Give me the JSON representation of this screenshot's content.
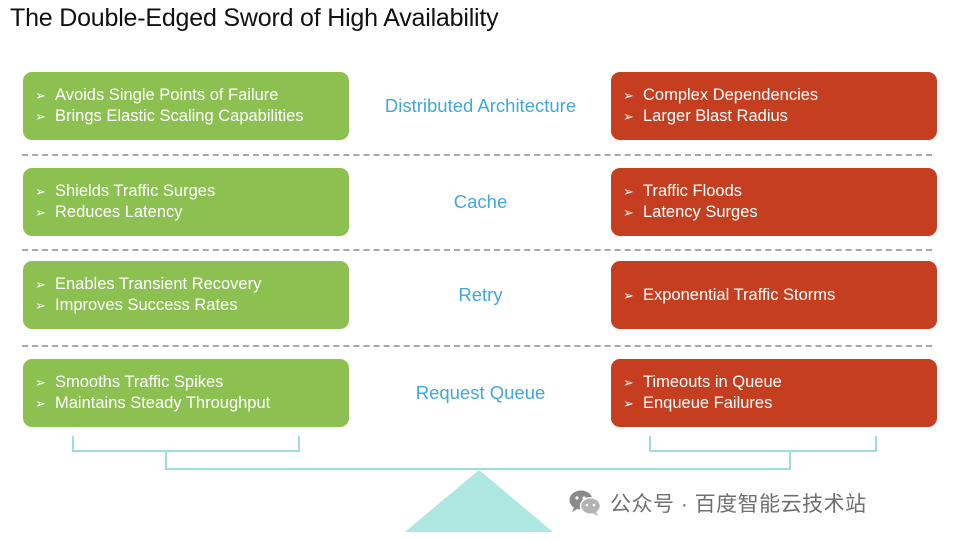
{
  "title": "The Double-Edged Sword of High Availability",
  "bullet_glyph": "➢",
  "rows": [
    {
      "label": "Distributed Architecture",
      "pros": [
        "Avoids Single Points of Failure",
        "Brings Elastic Scaling Capabilities"
      ],
      "cons": [
        "Complex Dependencies",
        "Larger Blast Radius"
      ]
    },
    {
      "label": "Cache",
      "pros": [
        "Shields Traffic Surges",
        "Reduces Latency"
      ],
      "cons": [
        "Traffic Floods",
        "Latency Surges"
      ]
    },
    {
      "label": "Retry",
      "pros": [
        "Enables Transient Recovery",
        "Improves Success Rates"
      ],
      "cons": [
        "Exponential Traffic Storms"
      ]
    },
    {
      "label": "Request Queue",
      "pros": [
        "Smooths Traffic Spikes",
        "Maintains Steady Throughput"
      ],
      "cons": [
        "Timeouts in Queue",
        "Enqueue Failures"
      ]
    }
  ],
  "colors": {
    "pro": "#8cc152",
    "con": "#c53e1f",
    "label": "#40a8de",
    "scale": "#9fded8",
    "fulcrum": "#aee6e1"
  },
  "watermark": {
    "icon": "wechat-icon",
    "text": "公众号 · 百度智能云技术站"
  }
}
